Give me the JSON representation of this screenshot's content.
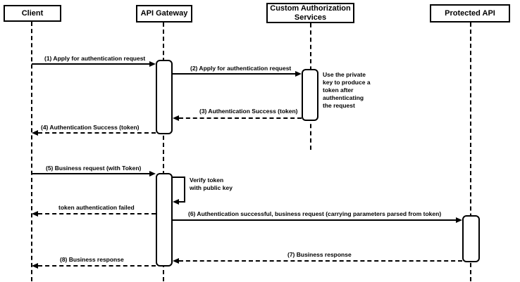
{
  "actors": {
    "client": {
      "label": "Client"
    },
    "api_gateway": {
      "label": "API Gateway"
    },
    "custom_auth": {
      "label": "Custom Authorization Services"
    },
    "protected_api": {
      "label": "Protected API"
    }
  },
  "messages": {
    "m1": {
      "label": "(1) Apply for authentication request",
      "type": "solid-arrow"
    },
    "m2": {
      "label": "(2) Apply for authentication request",
      "type": "solid-arrow"
    },
    "m3": {
      "label": "(3) Authentication Success (token)",
      "type": "dashed-return"
    },
    "m4": {
      "label": "(4) Authentication Success (token)",
      "type": "dashed-return"
    },
    "m5": {
      "label": "(5) Business request (with Token)",
      "type": "solid-arrow"
    },
    "verify_self": {
      "label": "Verify token\nwith public key",
      "type": "self-message"
    },
    "token_failed": {
      "label": "token authentication failed",
      "type": "dashed-return"
    },
    "m6": {
      "label": "(6) Authentication successful, business request (carrying parameters parsed from token)",
      "type": "solid-arrow"
    },
    "m7": {
      "label": "(7) Business response",
      "type": "dashed-return"
    },
    "m8": {
      "label": "(8) Business response",
      "type": "dashed-return"
    }
  },
  "note": {
    "label": "Use the private\nkey to produce a\ntoken after\nauthenticating\nthe request"
  },
  "colors": {
    "line": "#000000",
    "box_fill": "#ffffff",
    "background": "#ffffff"
  }
}
